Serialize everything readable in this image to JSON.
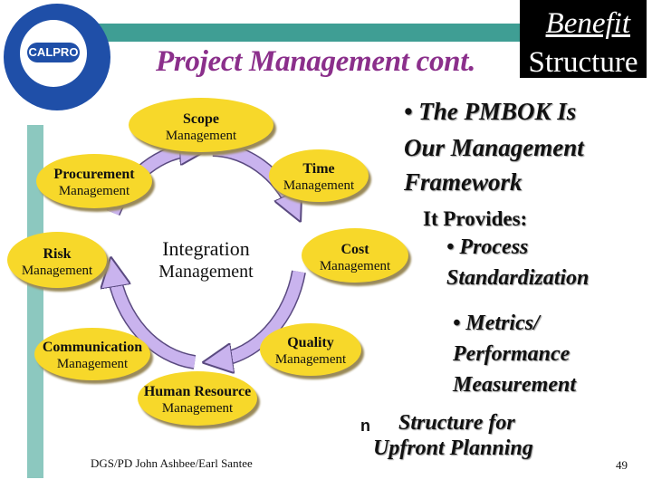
{
  "seal": {
    "mark": "CALPRO"
  },
  "header": {
    "title": "Project Management cont.",
    "badge_top": "Benefit",
    "badge_bottom": "Structure"
  },
  "diagram": {
    "center": {
      "line1": "Integration",
      "line2": "Management"
    },
    "nodes": [
      {
        "head": "Scope",
        "sub": "Management"
      },
      {
        "head": "Time",
        "sub": "Management"
      },
      {
        "head": "Cost",
        "sub": "Management"
      },
      {
        "head": "Quality",
        "sub": "Management"
      },
      {
        "head": "Human Resource",
        "sub": "Management"
      },
      {
        "head": "Communication",
        "sub": "Management"
      },
      {
        "head": "Risk",
        "sub": "Management"
      },
      {
        "head": "Procurement",
        "sub": "Management"
      }
    ]
  },
  "points": {
    "pmbok": [
      "• The PMBOK Is",
      "Our Management",
      "Framework"
    ],
    "provides": "It Provides:",
    "process": [
      "• Process",
      "Standardization"
    ],
    "metrics": [
      "• Metrics/",
      "Performance",
      "Measurement"
    ],
    "structure_bullet": "n",
    "structure": [
      "Structure for",
      "Upfront Planning"
    ]
  },
  "footer": {
    "credit": "DGS/PD John Ashbee/Earl Santee",
    "page": "49"
  },
  "colors": {
    "title": "#8b2f8b",
    "teal": "#3f9e94",
    "ellipse": "#f7d82a",
    "arrow": "#c9b3ee"
  }
}
